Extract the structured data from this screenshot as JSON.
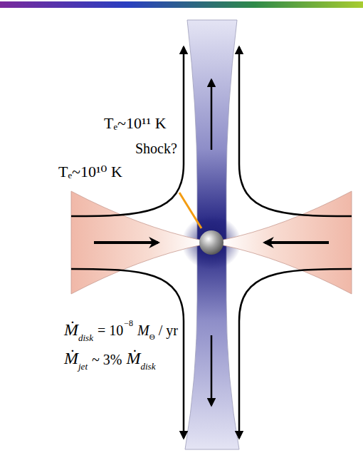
{
  "diagram": {
    "labels": [
      "Tₑ~10¹¹ K",
      "Tₑ~10¹⁰ K",
      "Shock?",
      "Ṁ",
      "disk",
      "= 10",
      "−8",
      "M",
      "Θ",
      "/ yr",
      "Ṁ",
      "jet",
      "~ 3%",
      "Ṁ",
      "disk"
    ]
  }
}
